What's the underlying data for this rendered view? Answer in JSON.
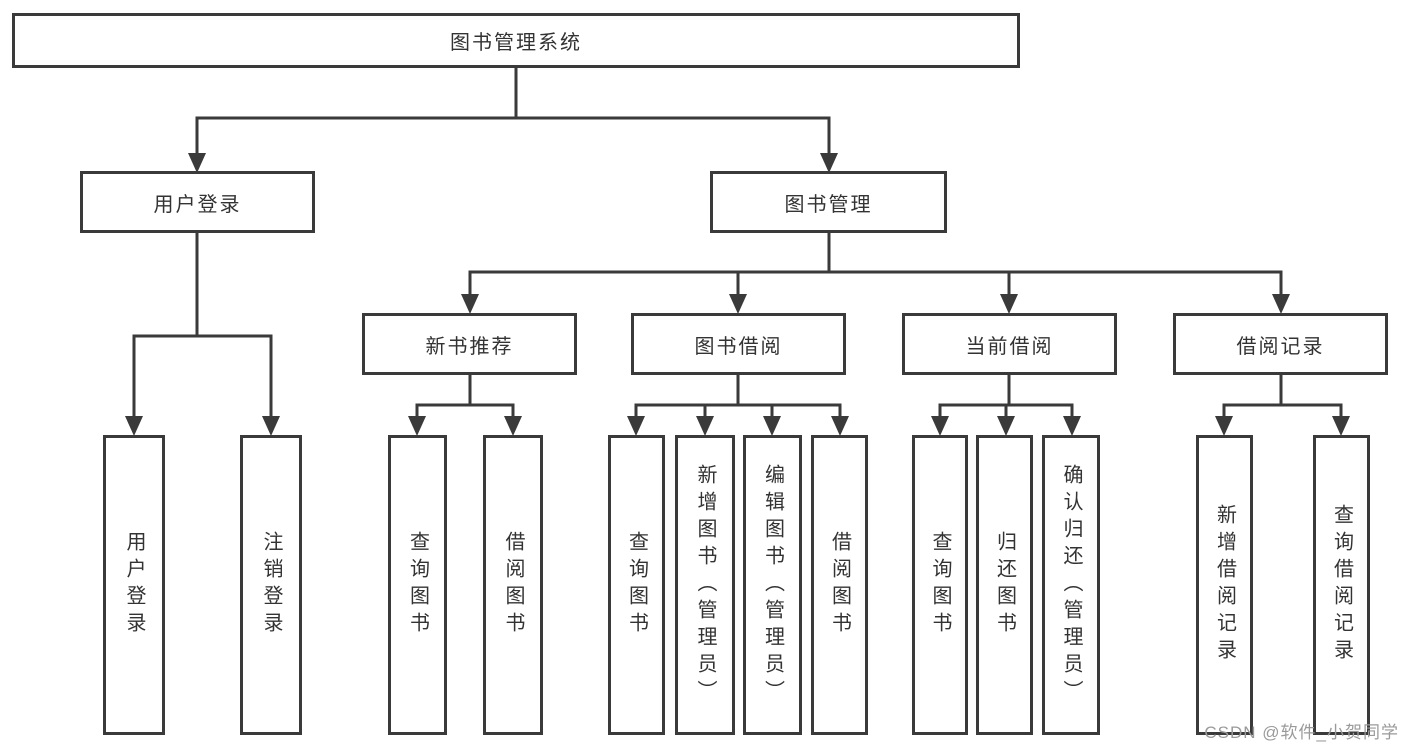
{
  "diagram": {
    "root": {
      "label": "图书管理系统"
    },
    "level1": [
      {
        "label": "用户登录"
      },
      {
        "label": "图书管理"
      }
    ],
    "level2": [
      {
        "label": "新书推荐"
      },
      {
        "label": "图书借阅"
      },
      {
        "label": "当前借阅"
      },
      {
        "label": "借阅记录"
      }
    ],
    "leaves": {
      "user_login": [
        {
          "label": "用户登录"
        },
        {
          "label": "注销登录"
        }
      ],
      "new_book": [
        {
          "label": "查询图书"
        },
        {
          "label": "借阅图书"
        }
      ],
      "book_borrow": [
        {
          "label": "查询图书"
        },
        {
          "label": "新增图书（管理员）"
        },
        {
          "label": "编辑图书（管理员）"
        },
        {
          "label": "借阅图书"
        }
      ],
      "current_borrow": [
        {
          "label": "查询图书"
        },
        {
          "label": "归还图书"
        },
        {
          "label": "确认归还（管理员）"
        }
      ],
      "borrow_record": [
        {
          "label": "新增借阅记录"
        },
        {
          "label": "查询借阅记录"
        }
      ]
    }
  },
  "watermark": {
    "text": "CSDN @软件_小贺同学"
  },
  "colors": {
    "line": "#3a3a3a",
    "text": "#333333",
    "background": "#ffffff",
    "watermark": "#9a9a9a"
  }
}
